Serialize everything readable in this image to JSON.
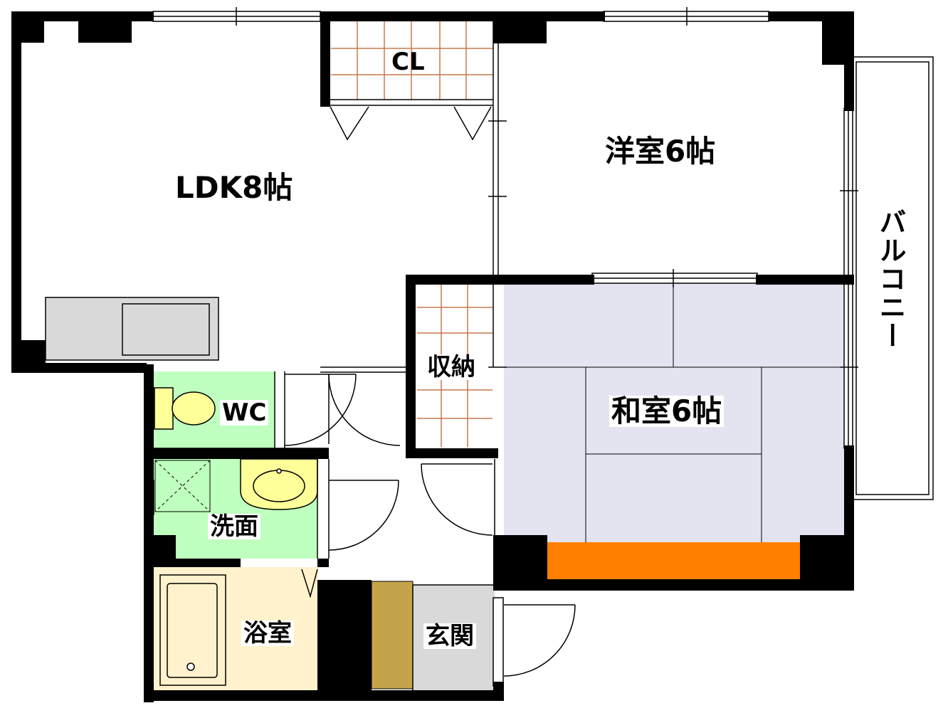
{
  "rooms": {
    "ldk": "LDK8帖",
    "youshitsu": "洋室6帖",
    "washitsu": "和室6帖",
    "closet": "CL",
    "shuunou": "収納",
    "wc": "WC",
    "senmen": "洗面",
    "yokushitsu": "浴室",
    "genkan": "玄関",
    "balcony": "バルコニー"
  },
  "colors": {
    "wall": "#000000",
    "toilet_floor": "#bfffbf",
    "washroom_floor": "#bfffbf",
    "bath_floor": "#fff2cc",
    "tatami": "#e3e4f0",
    "tokonoma": "#ff8000",
    "entrance_floor": "#d9d9d9",
    "shoe_box": "#c4a44a",
    "storage_grid": "#c8784a",
    "fixture_yellow": "#ffff99",
    "kitchen_gray": "#d9d9d9"
  }
}
